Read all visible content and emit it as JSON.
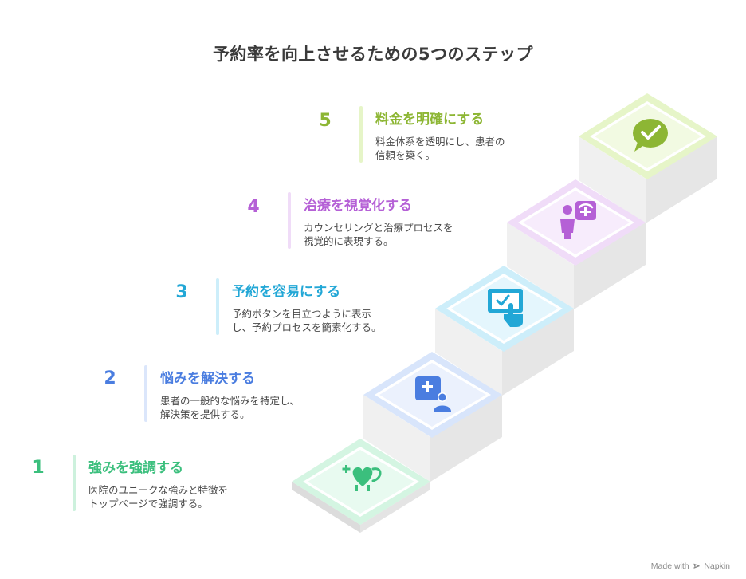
{
  "title": "予約率を向上させるための5つのステップ",
  "steps": [
    {
      "number": "1",
      "title": "強みを強調する",
      "description": "医院のユニークな強みと特徴を\nトップページで強調する。",
      "color": "#3bbf7d",
      "icon": "heart-health-icon"
    },
    {
      "number": "2",
      "title": "悩みを解決する",
      "description": "患者の一般的な悩みを特定し、\n解決策を提供する。",
      "color": "#4a7de0",
      "icon": "medical-user-icon"
    },
    {
      "number": "3",
      "title": "予約を容易にする",
      "description": "予約ボタンを目立つように表示\nし、予約プロセスを簡素化する。",
      "color": "#22a7d6",
      "icon": "touch-screen-icon"
    },
    {
      "number": "4",
      "title": "治療を視覚化する",
      "description": "カウンセリングと治療プロセスを\n視覚的に表現する。",
      "color": "#b560d6",
      "icon": "patient-doctor-icon"
    },
    {
      "number": "5",
      "title": "料金を明確にする",
      "description": "料金体系を透明にし、患者の\n信頼を築く。",
      "color": "#8db634",
      "icon": "chat-check-icon"
    }
  ],
  "credit": {
    "made_with": "Made with",
    "brand": "Napkin"
  }
}
